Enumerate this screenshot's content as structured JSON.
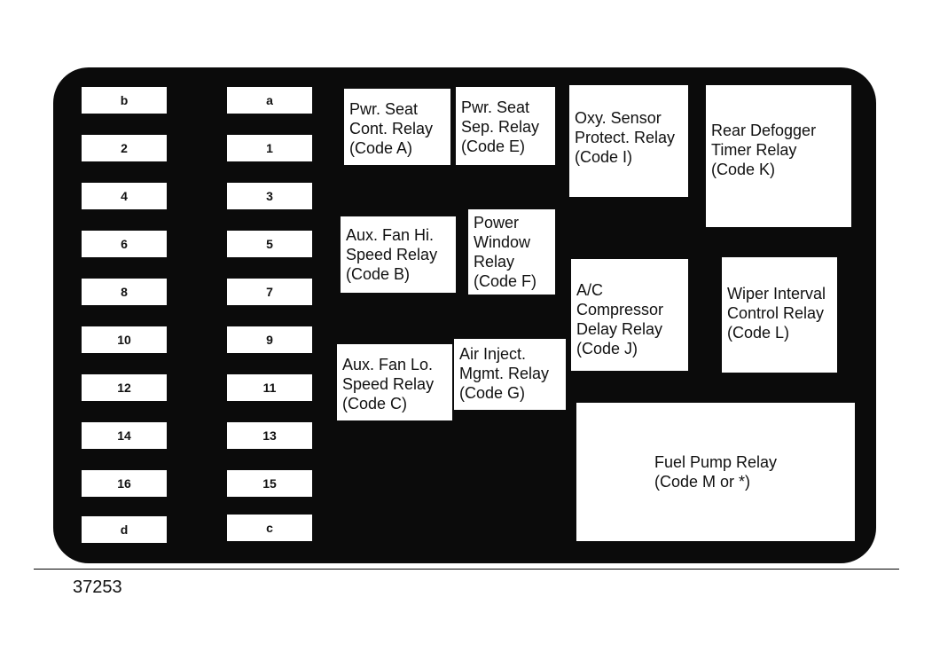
{
  "figure_number": "37253",
  "fuses": [
    {
      "id": "b",
      "label": "b"
    },
    {
      "id": "a",
      "label": "a"
    },
    {
      "id": "2",
      "label": "2"
    },
    {
      "id": "1",
      "label": "1"
    },
    {
      "id": "4",
      "label": "4"
    },
    {
      "id": "3",
      "label": "3"
    },
    {
      "id": "6",
      "label": "6"
    },
    {
      "id": "5",
      "label": "5"
    },
    {
      "id": "8",
      "label": "8"
    },
    {
      "id": "7",
      "label": "7"
    },
    {
      "id": "10",
      "label": "10"
    },
    {
      "id": "9",
      "label": "9"
    },
    {
      "id": "12",
      "label": "12"
    },
    {
      "id": "11",
      "label": "11"
    },
    {
      "id": "14",
      "label": "14"
    },
    {
      "id": "13",
      "label": "13"
    },
    {
      "id": "16",
      "label": "16"
    },
    {
      "id": "15",
      "label": "15"
    },
    {
      "id": "d",
      "label": "d"
    },
    {
      "id": "c",
      "label": "c"
    }
  ],
  "relays": {
    "pwr_seat_cont": "Pwr. Seat\nCont. Relay\n(Code A)",
    "pwr_seat_sep": "Pwr. Seat\nSep. Relay\n(Code E)",
    "oxy_sensor": "Oxy. Sensor\nProtect. Relay\n(Code I)",
    "rear_defogger": "Rear Defogger\nTimer Relay\n(Code K)",
    "aux_fan_hi": "Aux. Fan Hi.\nSpeed Relay\n(Code B)",
    "power_window": "Power\nWindow\nRelay\n(Code F)",
    "ac_compressor": "A/C Compressor\nDelay Relay\n(Code J)",
    "wiper_interval": "Wiper Interval\nControl Relay\n(Code L)",
    "aux_fan_lo": "Aux. Fan Lo.\nSpeed Relay\n(Code C)",
    "air_inject": "Air Inject.\nMgmt. Relay\n(Code G)",
    "fuel_pump": "Fuel Pump Relay\n(Code M or *)"
  }
}
